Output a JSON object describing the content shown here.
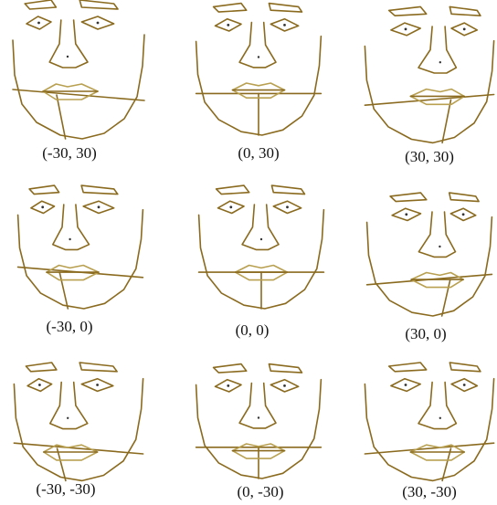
{
  "colors": {
    "line": "#8a6a1e",
    "line_light": "#b8a050",
    "text": "#111111"
  },
  "faces": [
    {
      "label": "(-30, 30)"
    },
    {
      "label": "(0, 30)"
    },
    {
      "label": "(30, 30)"
    },
    {
      "label": "(-30, 0)"
    },
    {
      "label": "(0, 0)"
    },
    {
      "label": "(30, 0)"
    },
    {
      "label": "(-30, -30)"
    },
    {
      "label": "(0, -30)"
    },
    {
      "label": "(30, -30)"
    }
  ]
}
